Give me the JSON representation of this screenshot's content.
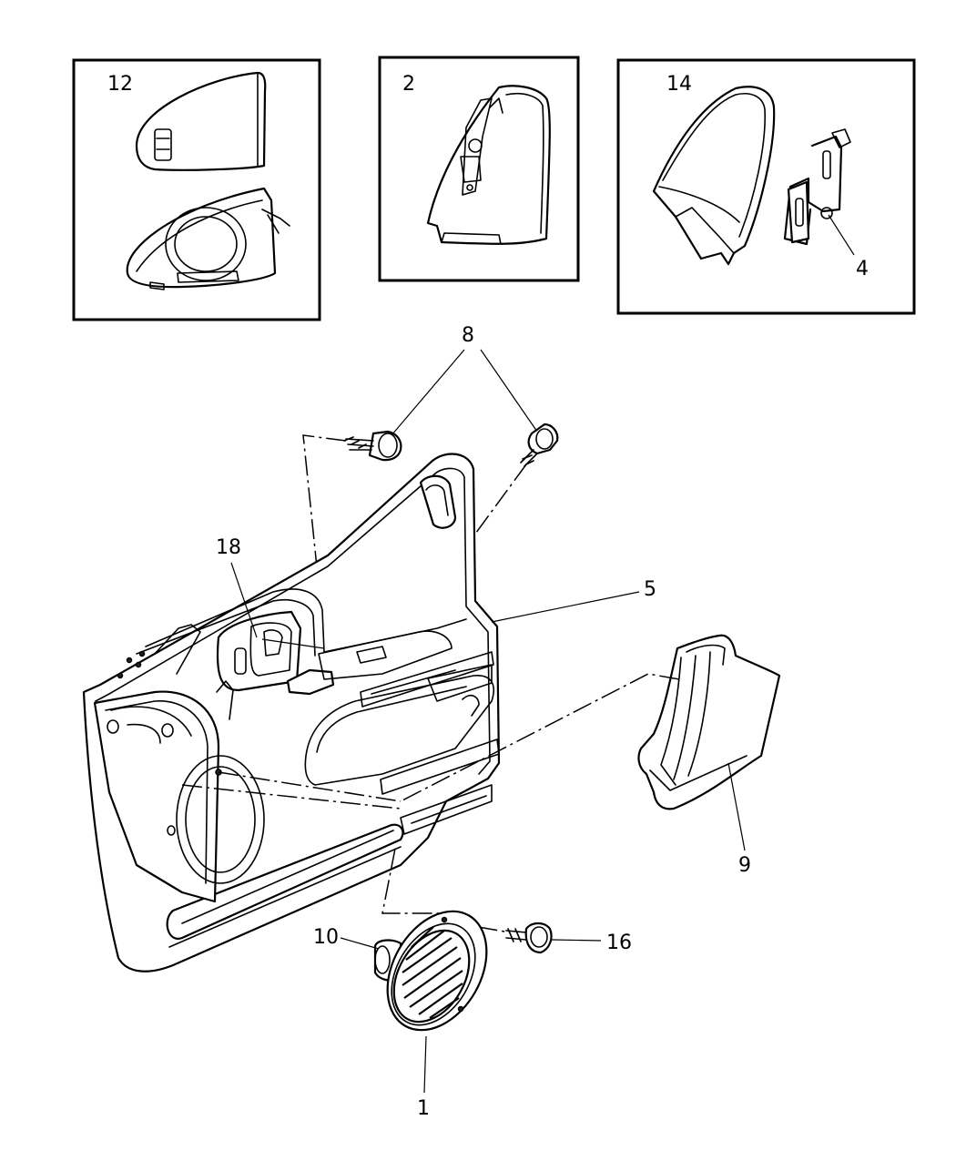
{
  "callouts": {
    "c1": "1",
    "c2": "2",
    "c4": "4",
    "c5": "5",
    "c8": "8",
    "c9": "9",
    "c10": "10",
    "c12": "12",
    "c14": "14",
    "c16": "16",
    "c18": "18"
  },
  "colors": {
    "line": "#000000",
    "background": "#ffffff"
  }
}
